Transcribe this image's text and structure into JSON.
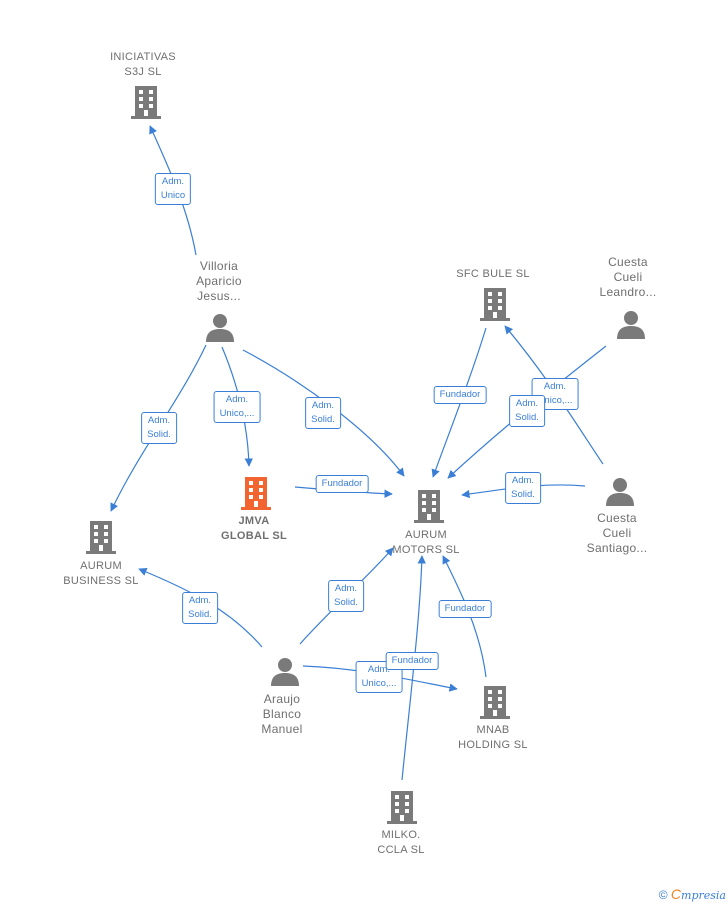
{
  "colors": {
    "edge": "#3a7fd5",
    "node": "#7a7a7a",
    "highlight": "#f26530"
  },
  "nodes": {
    "iniciativas": {
      "label": "INICIATIVAS\nS3J  SL",
      "type": "company"
    },
    "villoria": {
      "label": "Villoria\nAparicio\nJesus...",
      "type": "person"
    },
    "sfc_bule": {
      "label": "SFC BULE  SL",
      "type": "company"
    },
    "cuesta_leandro": {
      "label": "Cuesta\nCueli\nLeandro...",
      "type": "person"
    },
    "jmva": {
      "label": "JMVA\nGLOBAL  SL",
      "type": "company-main"
    },
    "aurum_motors": {
      "label": "AURUM\nMOTORS  SL",
      "type": "company"
    },
    "aurum_business": {
      "label": "AURUM\nBUSINESS  SL",
      "type": "company"
    },
    "cuesta_santiago": {
      "label": "Cuesta\nCueli\nSantiago...",
      "type": "person"
    },
    "araujo": {
      "label": "Araujo\nBlanco\nManuel",
      "type": "person"
    },
    "mnab": {
      "label": "MNAB\nHOLDING  SL",
      "type": "company"
    },
    "milko": {
      "label": "MILKO.\nCCLA  SL",
      "type": "company"
    }
  },
  "edge_labels": {
    "villoria_iniciativas": "Adm.\nUnico",
    "villoria_business": "Adm.\nSolid.",
    "villoria_jmva": "Adm.\nUnico,...",
    "villoria_motors": "Adm.\nSolid.",
    "sfc_motors": "Fundador",
    "leandro_sfc": "Adm.\nUnico,...",
    "leandro_motors": "Adm.\nSolid.",
    "santiago_motors": "Adm.\nSolid.",
    "jmva_motors": "Fundador",
    "araujo_business": "Adm.\nSolid.",
    "araujo_motors": "Adm.\nSolid.",
    "araujo_mnab": "Adm.\nUnico,...",
    "milko_motors": "Fundador",
    "mnab_motors": "Fundador"
  },
  "footer": {
    "copyright": "©",
    "brand_initial": "C",
    "brand_rest": "mpresia"
  }
}
